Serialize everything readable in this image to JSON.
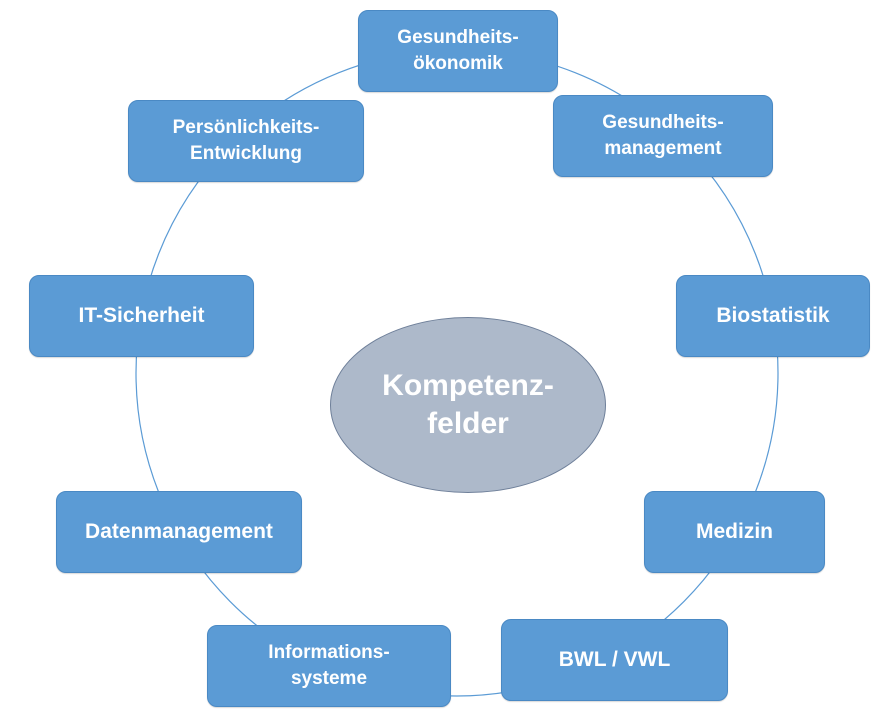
{
  "center": {
    "label": "Kompetenz-\nfelder"
  },
  "nodes": [
    {
      "id": "gesundheitsoekonomik",
      "label": "Gesundheits-\nökonomik"
    },
    {
      "id": "gesundheitsmanagement",
      "label": "Gesundheits-\nmanagement"
    },
    {
      "id": "biostatistik",
      "label": "Biostatistik"
    },
    {
      "id": "medizin",
      "label": "Medizin"
    },
    {
      "id": "bwl-vwl",
      "label": "BWL / VWL"
    },
    {
      "id": "informationssysteme",
      "label": "Informations-\nsysteme"
    },
    {
      "id": "datenmanagement",
      "label": "Datenmanagement"
    },
    {
      "id": "it-sicherheit",
      "label": "IT-Sicherheit"
    },
    {
      "id": "persoenlichkeitsentwicklung",
      "label": "Persönlichkeits-\nEntwicklung"
    }
  ],
  "colors": {
    "node_fill": "#5b9bd5",
    "node_border": "#4a89c4",
    "center_fill": "#adb9ca",
    "center_border": "#6e7f99",
    "ring_line": "#5b9bd5",
    "text": "#ffffff"
  }
}
